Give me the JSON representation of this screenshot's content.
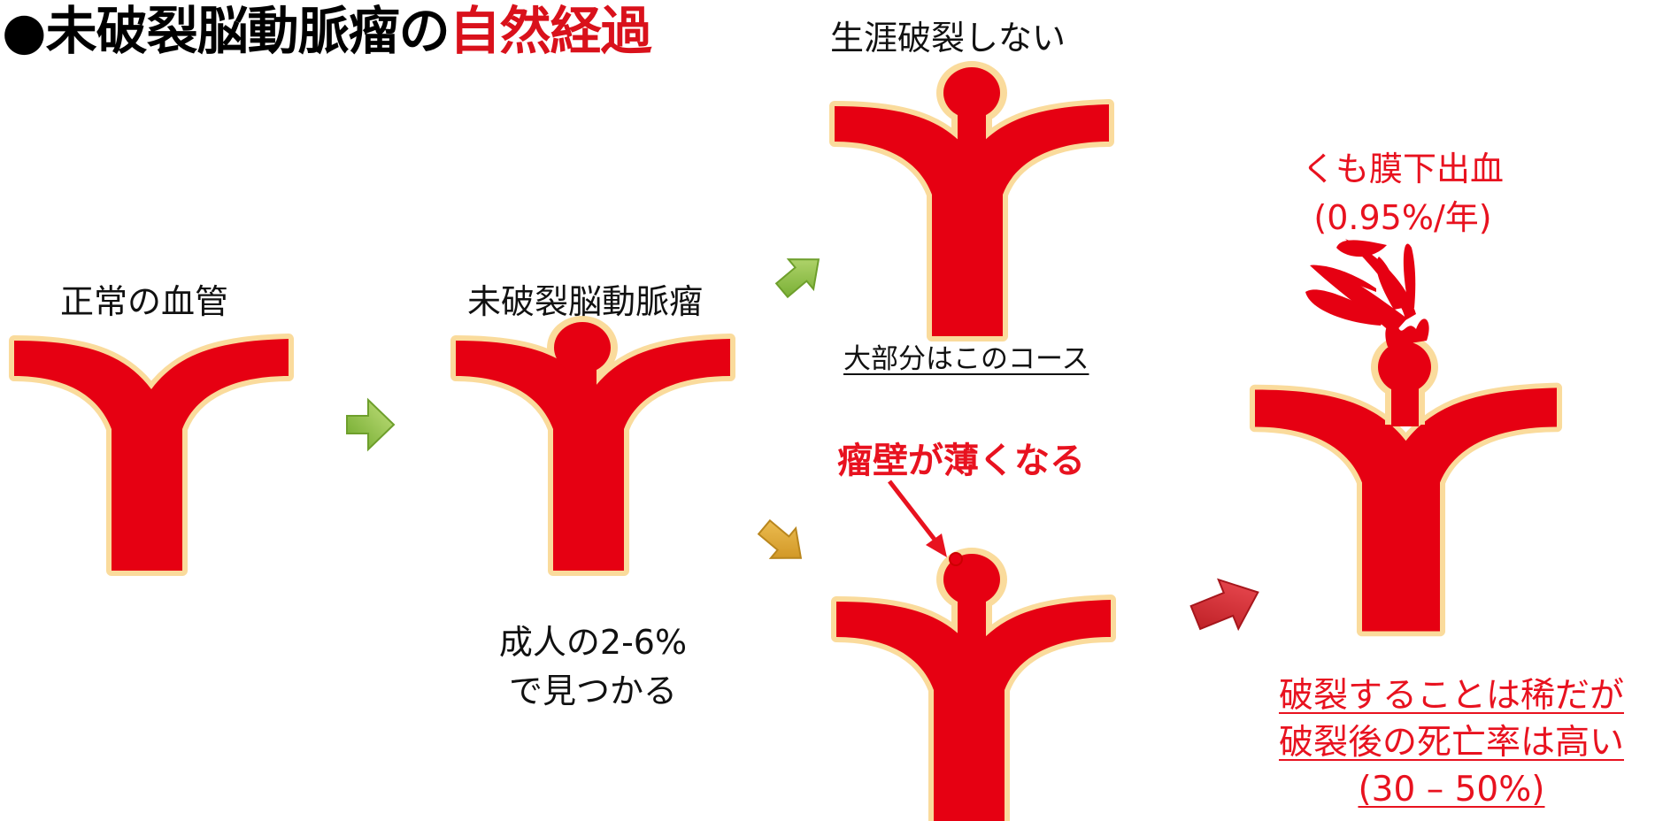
{
  "title": {
    "prefix": "●未破裂脳動脈瘤の",
    "accent": "自然経過"
  },
  "labels": {
    "normal_vessel": "正常の血管",
    "unruptured_aneurysm": "未破裂脳動脈瘤",
    "prevalence_line1": "成人の2-6%",
    "prevalence_line2": "で見つかる",
    "never_rupture": "生涯破裂しない",
    "most_cases": "大部分はこのコース",
    "wall_thinning": "瘤壁が薄くなる",
    "sah_line1": "くも膜下出血",
    "sah_line2": "(0.95%/年)",
    "outcome_line1": "破裂することは稀だが",
    "outcome_line2": "破裂後の死亡率は高い",
    "outcome_line3": "(30 – 50%)"
  },
  "colors": {
    "vessel": "#e60012",
    "vessel_wall": "#fadb9c",
    "accent": "#d9111b",
    "arrow_green": "#8cc43f",
    "arrow_gold": "#e0a92c",
    "arrow_red": "#d8232a"
  }
}
